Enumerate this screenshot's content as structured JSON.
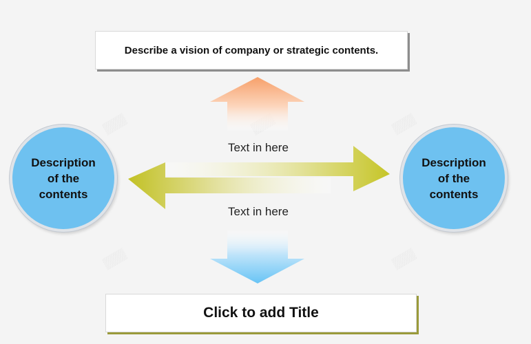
{
  "top_box": {
    "text": "Describe a vision of company or strategic contents."
  },
  "left_circle": {
    "text": "Description\nof the\ncontents"
  },
  "right_circle": {
    "text": "Description\nof the\ncontents"
  },
  "label_upper": "Text in here",
  "label_lower": "Text in here",
  "bottom_box": {
    "text": "Click to add Title"
  },
  "colors": {
    "circle_fill": "#6ec1f0",
    "up_arrow": "#f7a26a",
    "down_arrow": "#6fc6f5",
    "horizontal_arrows": "#c9c82a"
  }
}
